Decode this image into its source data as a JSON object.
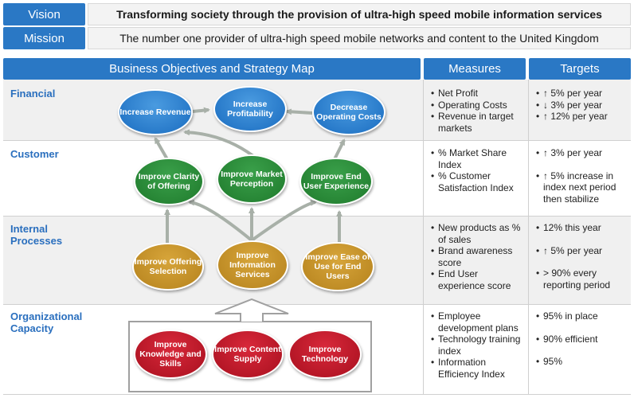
{
  "header": {
    "vision_label": "Vision",
    "vision_text": "Transforming society through the provision of ultra-high speed mobile information services",
    "mission_label": "Mission",
    "mission_text": "The number one provider of ultra-high speed mobile networks and content to the United Kingdom"
  },
  "columns": {
    "map": "Business Objectives and Strategy Map",
    "measures": "Measures",
    "targets": "Targets"
  },
  "rows": {
    "financial": {
      "title": "Financial",
      "measures": [
        "Net Profit",
        "Operating Costs",
        "Revenue in target markets"
      ],
      "targets": [
        "↑ 5% per year",
        "↓ 3% per year",
        "↑ 12% per year"
      ]
    },
    "customer": {
      "title": "Customer",
      "measures": [
        "% Market Share Index",
        "% Customer Satisfaction Index"
      ],
      "targets": [
        "↑ 3% per year",
        "↑ 5% increase in index next period then stabilize"
      ]
    },
    "internal": {
      "title": "Internal Processes",
      "measures": [
        "New products as % of sales",
        "Brand awareness score",
        "End User experience score"
      ],
      "targets": [
        "12% this year",
        "↑ 5% per year",
        "> 90% every reporting period"
      ]
    },
    "capacity": {
      "title": "Organizational Capacity",
      "measures": [
        "Employee development plans",
        "Technology training index",
        "Information Efficiency Index"
      ],
      "targets": [
        "95% in place",
        "90% efficient",
        "95%"
      ]
    }
  },
  "nodes": {
    "increase_revenue": "Increase Revenue",
    "increase_profitability": "Increase Profitability",
    "decrease_costs": "Decrease Operating Costs",
    "clarity": "Improve Clarity of Offering",
    "market_perception": "Improve Market Perception",
    "end_user_experience": "Improve End User Experience",
    "offering_selection": "Improve Offering Selection",
    "information_services": "Improve Information Services",
    "ease_of_use": "Improve Ease of Use for End Users",
    "knowledge_skills": "Improve Knowledge and Skills",
    "content_supply": "Improve Content Supply",
    "technology": "Improve Technology"
  },
  "colors": {
    "header_blue": "#2a78c5",
    "row_heading": "#2a6fbe",
    "financial": "#1a6cc0",
    "customer": "#1f7a2c",
    "internal": "#b5821d",
    "capacity": "#a8101f"
  }
}
